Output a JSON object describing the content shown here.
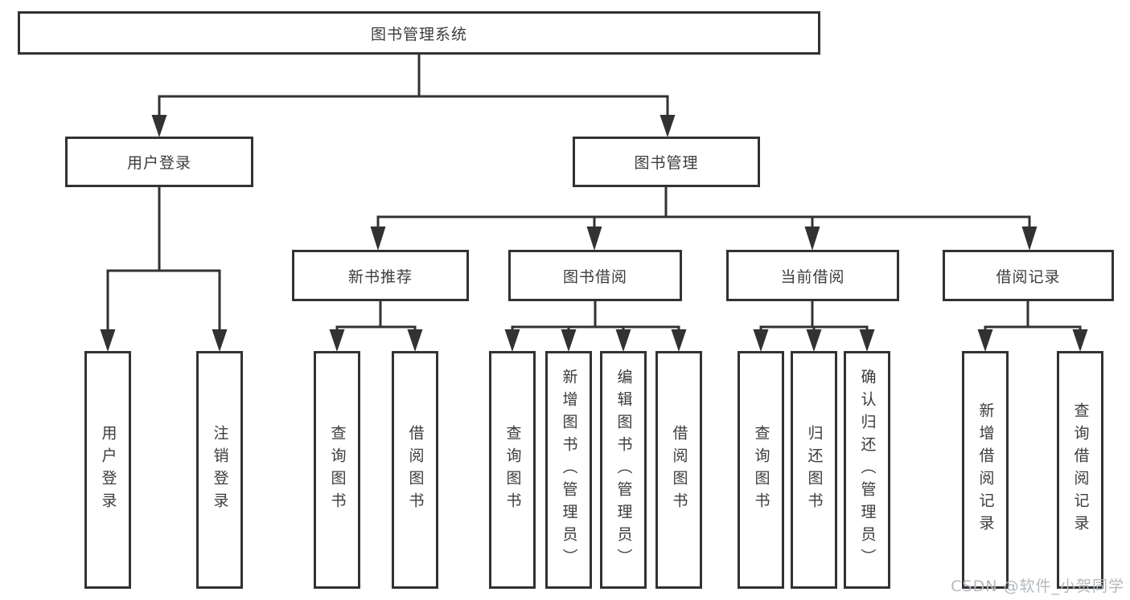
{
  "colors": {
    "line": "#323232",
    "box_border": "#323232",
    "text": "#3c3c3c",
    "watermark": "#b3b8bd"
  },
  "tree": {
    "label": "图书管理系统",
    "children": [
      {
        "label": "用户登录",
        "children": [
          {
            "label": "用户登录"
          },
          {
            "label": "注销登录"
          }
        ]
      },
      {
        "label": "图书管理",
        "children": [
          {
            "label": "新书推荐",
            "children": [
              {
                "label": "查询图书"
              },
              {
                "label": "借阅图书"
              }
            ]
          },
          {
            "label": "图书借阅",
            "children": [
              {
                "label": "查询图书"
              },
              {
                "label": "新增图书（管理员）"
              },
              {
                "label": "编辑图书（管理员）"
              },
              {
                "label": "借阅图书"
              }
            ]
          },
          {
            "label": "当前借阅",
            "children": [
              {
                "label": "查询图书"
              },
              {
                "label": "归还图书"
              },
              {
                "label": "确认归还（管理员）"
              }
            ]
          },
          {
            "label": "借阅记录",
            "children": [
              {
                "label": "新增借阅记录"
              },
              {
                "label": "查询借阅记录"
              }
            ]
          }
        ]
      }
    ]
  },
  "watermark": "CSDN @软件_小贺同学"
}
